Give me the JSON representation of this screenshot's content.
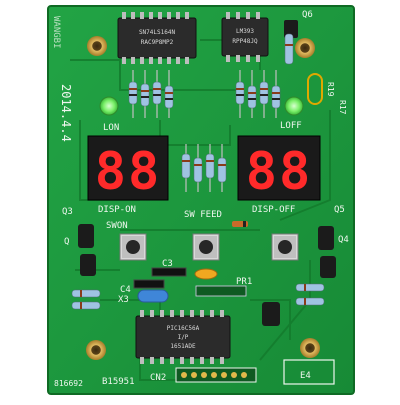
{
  "board": {
    "date": "2014.4.4",
    "signature": "WANGBI",
    "serial": "B15951",
    "batch": "816692",
    "colors": {
      "pcb": "#1f9a3e",
      "pcb_dark": "#137a2c",
      "pcb_edge": "#0f6a24",
      "silk": "#eef6ee",
      "copper": "#c9a04a",
      "led_green": "#7cf06a",
      "digit_red": "#ff2a2a"
    }
  },
  "chips": {
    "u1": {
      "line1": "SN74LS164N",
      "line2": "RAC9P8MP2"
    },
    "u2": {
      "line1": "LM393",
      "line2": "RPP48JQ"
    },
    "mcu": {
      "line1": "PIC16C56A",
      "line2": "I/P",
      "line3": "1651ADE"
    }
  },
  "labels": {
    "led_on": "LON",
    "led_off": "LOFF",
    "disp_on": "DISP-ON",
    "disp_off": "DISP-OFF",
    "sw_on": "SWON",
    "sw_feed": "SW FEED",
    "q3": "Q3",
    "q4": "Q4",
    "q5": "Q5",
    "q6": "Q6",
    "q_small": "Q",
    "c3": "C3",
    "c4": "C4",
    "x3": "X3",
    "pr1": "PR1",
    "cn2": "CN2",
    "e4": "E4",
    "r17": "R17",
    "r19": "R19"
  },
  "displays": {
    "left": "88",
    "right": "88"
  }
}
